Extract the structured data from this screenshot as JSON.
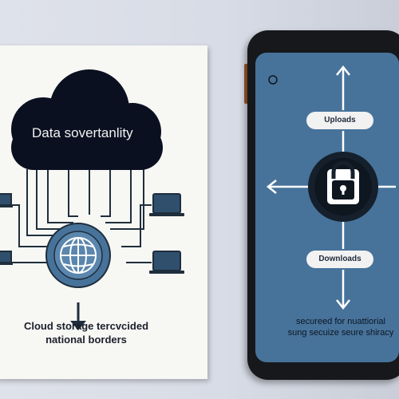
{
  "diagram": {
    "cloud_label": "Data sovertanlity",
    "caption_line1": "Cloud storage tercvcided",
    "caption_line2": "national borders"
  },
  "phone": {
    "uploads_label": "Uploads",
    "downloads_label": "Downloads",
    "footer_line1": "secureed for nuattiorial",
    "footer_line2": "sung secuize seure shiracy"
  },
  "colors": {
    "cloud": "#0b1020",
    "globe": "#47739b",
    "screen": "#47739b",
    "card": "#f7f7f4"
  }
}
